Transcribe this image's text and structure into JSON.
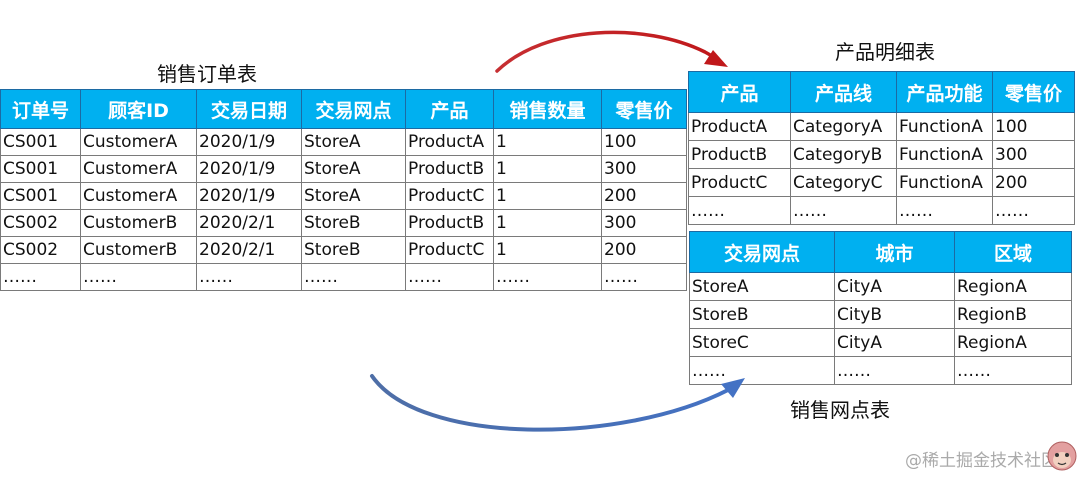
{
  "captions": {
    "orders": "销售订单表",
    "products": "产品明细表",
    "stores": "销售网点表"
  },
  "orders_table": {
    "headers": [
      "订单号",
      "顾客ID",
      "交易日期",
      "交易网点",
      "产品",
      "销售数量",
      "零售价"
    ],
    "rows": [
      [
        "CS001",
        "CustomerA",
        "2020/1/9",
        "StoreA",
        "ProductA",
        "1",
        "100"
      ],
      [
        "CS001",
        "CustomerA",
        "2020/1/9",
        "StoreA",
        "ProductB",
        "1",
        "300"
      ],
      [
        "CS001",
        "CustomerA",
        "2020/1/9",
        "StoreA",
        "ProductC",
        "1",
        "200"
      ],
      [
        "CS002",
        "CustomerB",
        "2020/2/1",
        "StoreB",
        "ProductB",
        "1",
        "300"
      ],
      [
        "CS002",
        "CustomerB",
        "2020/2/1",
        "StoreB",
        "ProductC",
        "1",
        "200"
      ],
      [
        "……",
        "……",
        "……",
        "……",
        "……",
        "……",
        "……"
      ]
    ]
  },
  "products_table": {
    "headers": [
      "产品",
      "产品线",
      "产品功能",
      "零售价"
    ],
    "rows": [
      [
        "ProductA",
        "CategoryA",
        "FunctionA",
        "100"
      ],
      [
        "ProductB",
        "CategoryB",
        "FunctionA",
        "300"
      ],
      [
        "ProductC",
        "CategoryC",
        "FunctionA",
        "200"
      ],
      [
        "……",
        "……",
        "……",
        "……"
      ]
    ]
  },
  "stores_table": {
    "headers": [
      "交易网点",
      "城市",
      "区域"
    ],
    "rows": [
      [
        "StoreA",
        "CityA",
        "RegionA"
      ],
      [
        "StoreB",
        "CityB",
        "RegionB"
      ],
      [
        "StoreC",
        "CityA",
        "RegionA"
      ],
      [
        "……",
        "……",
        "……"
      ]
    ]
  },
  "colors": {
    "header_fill": "#00b0f0",
    "arrow_top": "#c0181b",
    "arrow_bottom": "#2f5597"
  },
  "watermark": "@稀土掘金技术社区"
}
